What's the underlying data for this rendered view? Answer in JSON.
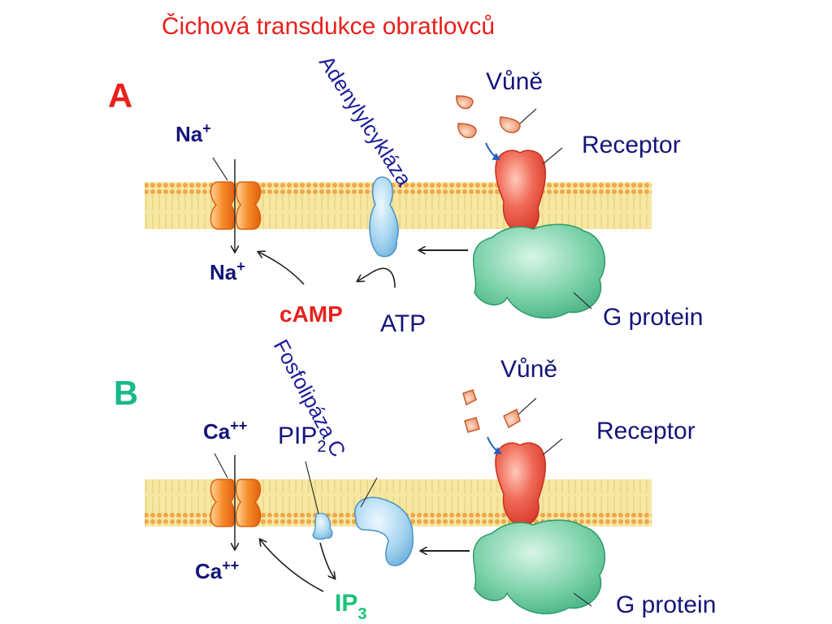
{
  "title": "Čichová transdukce obratlovců",
  "panel_a": {
    "letter": "A",
    "ion_top": "Na",
    "ion_top_charge": "+",
    "ion_bottom": "Na",
    "ion_bottom_charge": "+",
    "enzyme": "Adenylylcykláza",
    "odorant": "Vůně",
    "receptor": "Receptor",
    "g_protein": "G protein",
    "messenger": "cAMP",
    "substrate": "ATP"
  },
  "panel_b": {
    "letter": "B",
    "ion_top": "Ca",
    "ion_top_charge": "++",
    "ion_bottom": "Ca",
    "ion_bottom_charge": "++",
    "enzyme": "Fosfolipáza C",
    "odorant": "Vůně",
    "receptor": "Receptor",
    "g_protein": "G protein",
    "substrate": "PIP",
    "substrate_sub": "2",
    "messenger": "IP",
    "messenger_sub": "3"
  },
  "colors": {
    "title": "#e8201c",
    "panel_a_letter": "#e8201c",
    "panel_b_letter": "#19b98a",
    "navy_label": "#14147a",
    "messenger_a": "#e8201c",
    "messenger_b": "#19c27a",
    "membrane_band": "#f6e7a2",
    "lipid_head": "#eea84a",
    "channel": "#f07a1e",
    "receptor": "#ee4f40",
    "g_protein": "#5fc79b",
    "enzyme": "#9fd0ec"
  }
}
